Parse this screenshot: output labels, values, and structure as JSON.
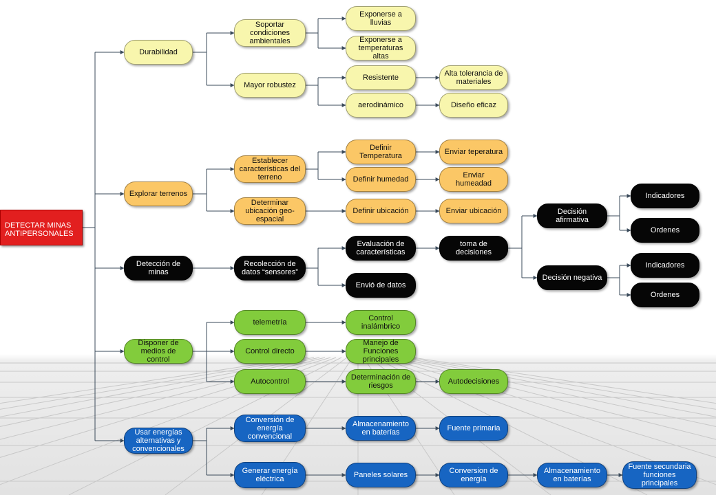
{
  "diagram": {
    "root": {
      "label": "DETECTAR MINAS\nANTIPERSONALES"
    },
    "nodes": {
      "durabilidad": "Durabilidad",
      "soportar": "Soportar\ncondiciones\nambientales",
      "exponerse_lluvias": "Exponerse a\nlluvias",
      "exponerse_temperaturas": "Exponerse a\ntemperaturas altas",
      "mayor_robustez": "Mayor robustez",
      "resistente": "Resistente",
      "alta_tolerancia": "Alta tolerancia de\nmateriales",
      "aerodinamico": "aerodinámico",
      "diseno_eficaz": "Diseño eficaz",
      "explorar": "Explorar  terrenos",
      "establecer": "Establecer\ncaracterísticas del\nterreno",
      "definir_temperatura": "Definir\nTemperatura",
      "enviar_teperatura": "Enviar teperatura",
      "definir_humedad": "Definir humedad",
      "enviar_humeadad": "Enviar humeadad",
      "determinar_ubicacion": "Determinar\nubicación   geo-\nespacial",
      "definir_ubicacion": "Definir ubicación",
      "enviar_ubicacion": "Enviar ubicación",
      "deteccion": "Detección de\nminas",
      "recoleccion": "Recolección de\ndatos “sensores”",
      "evaluacion": "Evaluación   de\ncaracterísticas",
      "envio_datos": "Envió de datos",
      "toma_decisiones": "toma de\ndecisiones",
      "decision_afirmativa": "Decisión\nafirmativa",
      "indicadores_1": "Indicadores",
      "ordenes_1": "Ordenes",
      "decision_negativa": "Decisión negativa",
      "indicadores_2": "Indicadores",
      "ordenes_2": "Ordenes",
      "disponer": "Disponer de\nmedios de control",
      "telemetria": "telemetría",
      "control_inalambrico": "Control\ninalámbrico",
      "control_directo": "Control directo",
      "manejo_funciones": "Manejo de\nFunciones\nprincipales",
      "autocontrol": "Autocontrol",
      "determinacion_riesgos": "Determinación de\nriesgos",
      "autodecisiones": "Autodecisiones",
      "usar_energias": "Usar  energías\nalternativas y\nconvencionales",
      "conversion_energia_conv": "Conversión de\nenergía\nconvencional",
      "almacenamiento_1": "Almacenamiento\nen baterías",
      "fuente_primaria": "Fuente primaria",
      "generar_energia": "Generar energía\neléctrica",
      "paneles_solares": "Paneles solares",
      "conversion_energia": "Conversion de\nenergía",
      "almacenamiento_2": "Almacenamiento\nen baterías",
      "fuente_secundaria": "Fuente secundaria\nfunciones\nprincipales"
    }
  }
}
